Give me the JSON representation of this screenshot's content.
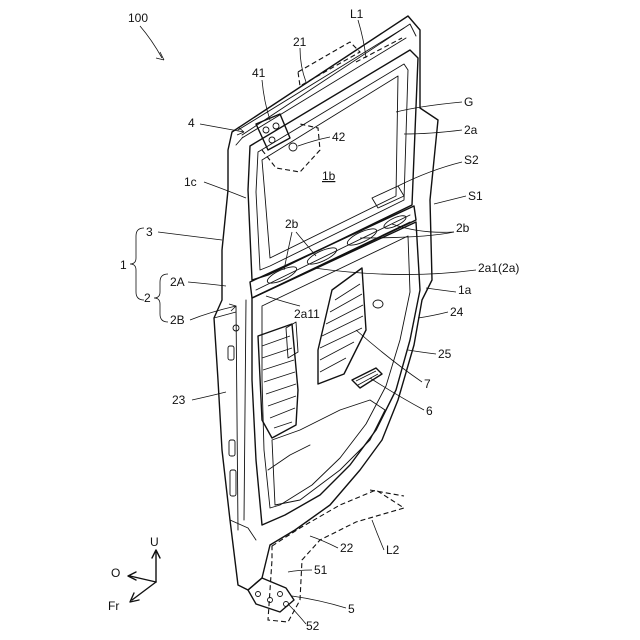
{
  "labels": {
    "l100": "100",
    "L1": "L1",
    "l21": "21",
    "l41": "41",
    "G": "G",
    "l4": "4",
    "l42": "42",
    "l2a_top": "2a",
    "S2": "S2",
    "l1b": "1b",
    "l1c": "1c",
    "S1": "S1",
    "l3": "3",
    "l2b_left": "2b",
    "l2b_right": "2b",
    "l1": "1",
    "l2a1": "2a1(2a)",
    "l2A": "2A",
    "l1a": "1a",
    "l2": "2",
    "l24": "24",
    "l2B": "2B",
    "l2a11": "2a11",
    "l25": "25",
    "l7": "7",
    "l23": "23",
    "l6": "6",
    "l22": "22",
    "L2": "L2",
    "l51": "51",
    "l5": "5",
    "l52": "52"
  },
  "axes": {
    "U": "U",
    "O": "O",
    "Fr": "Fr"
  }
}
